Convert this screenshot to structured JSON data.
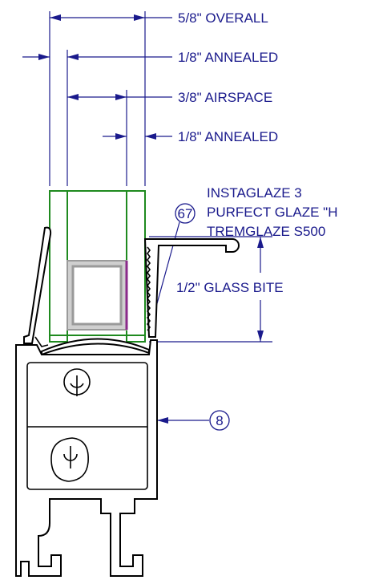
{
  "labels": {
    "overall": "5/8\"  OVERALL",
    "annealed_outer": "1/8\"  ANNEALED",
    "airspace": "3/8\"  AIRSPACE",
    "annealed_inner": "1/8\"  ANNEALED",
    "glazing_line1": "INSTAGLAZE 3",
    "glazing_line2": "PURFECT GLAZE \"H",
    "glazing_line3": "TREMGLAZE S500",
    "glass_bite": "1/2\"  GLASS BITE"
  },
  "callouts": {
    "glazing_tag": "67",
    "frame_tag": "8"
  },
  "colors": {
    "annotation": "#1a1a8c",
    "glass_edge": "#1f8a1f",
    "spacer": "#9a9a9a",
    "setting_block": "#8a2a8a",
    "profile": "#000000"
  }
}
